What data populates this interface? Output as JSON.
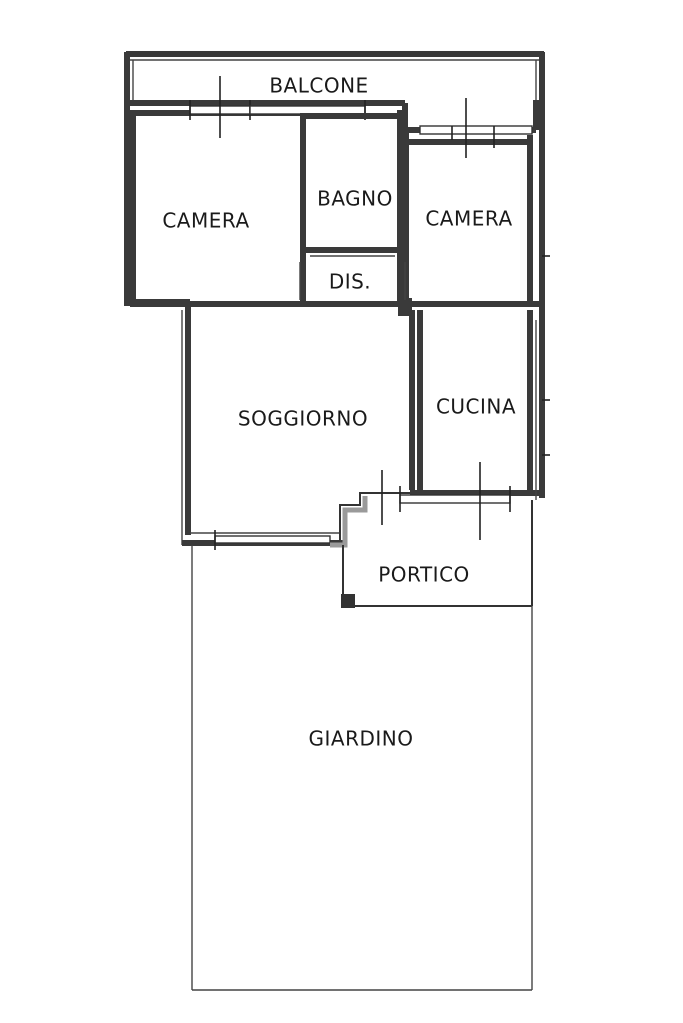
{
  "rooms": {
    "balcone": "BALCONE",
    "camera_left": "CAMERA",
    "bagno": "BAGNO",
    "camera_right": "CAMERA",
    "dis": "DIS.",
    "soggiorno": "SOGGIORNO",
    "cucina": "CUCINA",
    "portico": "PORTICO",
    "giardino": "GIARDINO"
  }
}
